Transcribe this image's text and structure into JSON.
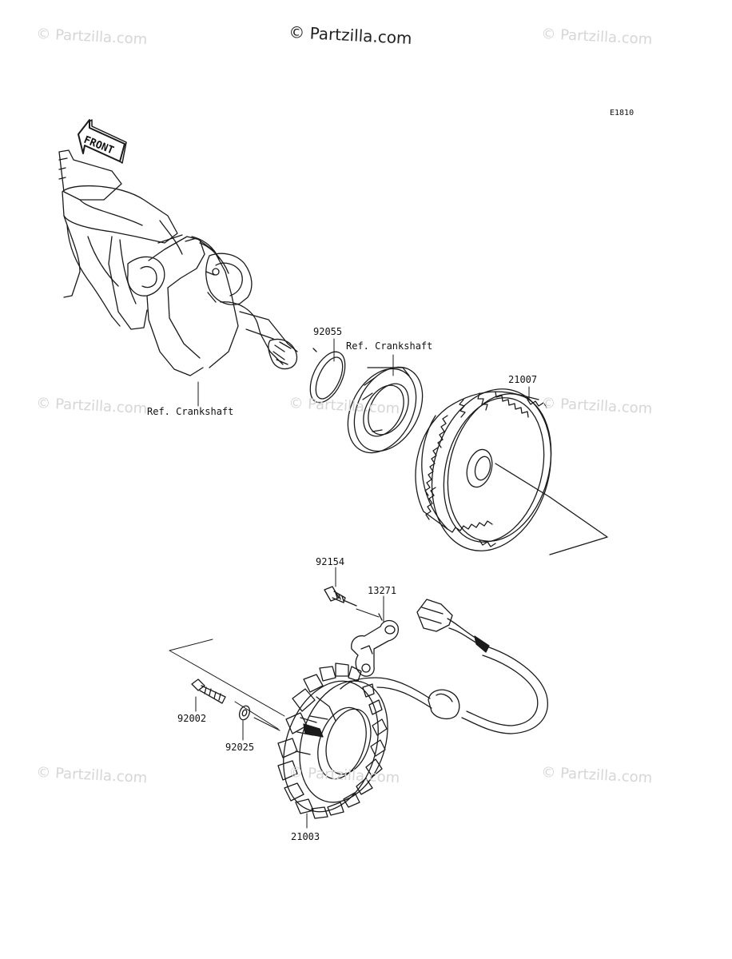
{
  "header": {
    "copyright": "© Partzilla.com",
    "diagram_code": "E1810"
  },
  "watermark": "© Partzilla.com",
  "direction_label": "FRONT",
  "callouts": {
    "ref_crankshaft_main": "Ref. Crankshaft",
    "ref_crankshaft_gear": "Ref. Crankshaft",
    "part_92055": "92055",
    "part_21007": "21007",
    "part_92154": "92154",
    "part_13271": "13271",
    "part_92002": "92002",
    "part_92025": "92025",
    "part_21003": "21003"
  },
  "colors": {
    "line": "#1a1a1a",
    "watermark": "#d6d6d6",
    "background": "#ffffff"
  }
}
